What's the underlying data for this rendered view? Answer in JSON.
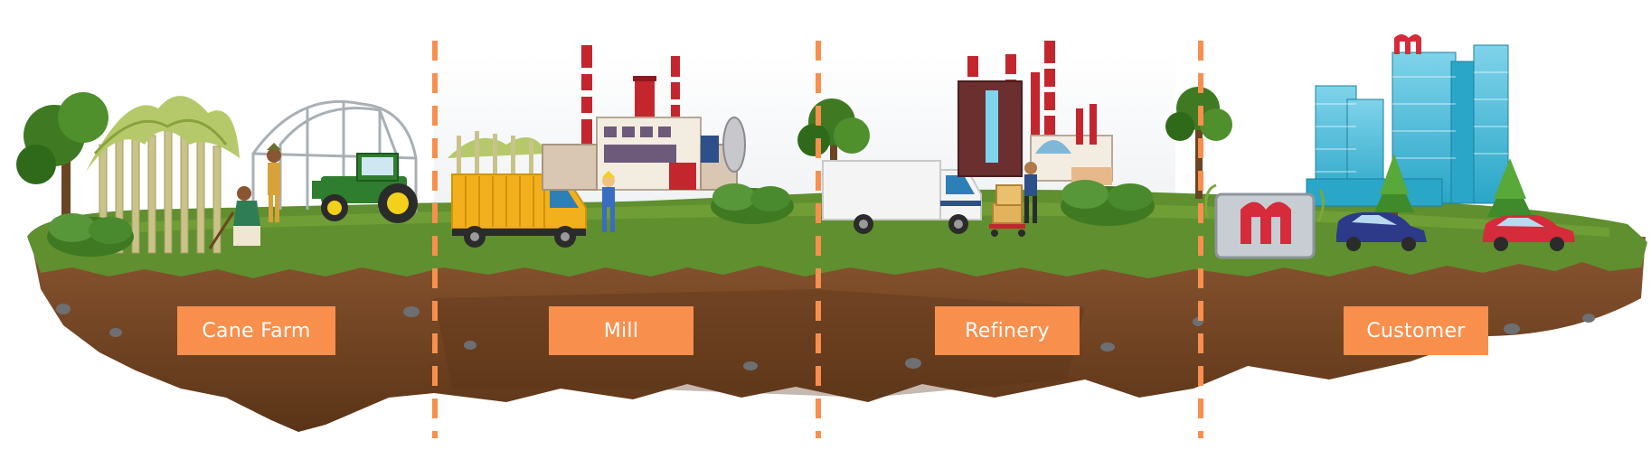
{
  "stages": [
    {
      "label": "Cane Farm"
    },
    {
      "label": "Mill"
    },
    {
      "label": "Refinery"
    },
    {
      "label": "Customer"
    }
  ],
  "colors": {
    "label_bg": "#f98f4d",
    "label_text": "#ffffff",
    "divider": "#f98f4d",
    "grass": "#5f8f2e",
    "grass_dark": "#3f6b1d",
    "soil": "#7a4a26",
    "soil_dark": "#5a3417",
    "brand": "#d62b3a"
  },
  "icons": [
    "sugarcane-icon",
    "tree-icon",
    "greenhouse-icon",
    "tractor-icon",
    "farmer-icon",
    "truck-icon",
    "factory-icon",
    "worker-icon",
    "bush-icon",
    "delivery-truck-icon",
    "package-icon",
    "office-building-icon",
    "brand-logo-icon",
    "car-icon"
  ]
}
